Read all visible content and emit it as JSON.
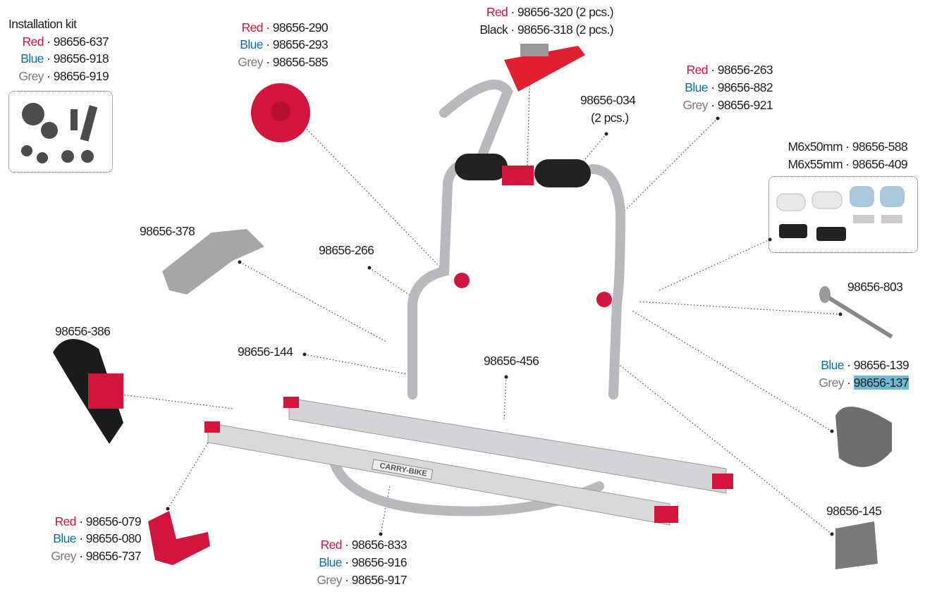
{
  "colors": {
    "red": "#d3143c",
    "blue": "#0b6fa6",
    "grey": "#7a7a7a",
    "highlight": "#6db9d8"
  },
  "installation_kit": {
    "title": "Installation kit",
    "rows": [
      {
        "color": "Red",
        "code": "98656-637"
      },
      {
        "color": "Blue",
        "code": "98656-918"
      },
      {
        "color": "Grey",
        "code": "98656-919"
      }
    ]
  },
  "knob": {
    "rows": [
      {
        "color": "Red",
        "code": "98656-290"
      },
      {
        "color": "Blue",
        "code": "98656-293"
      },
      {
        "color": "Grey",
        "code": "98656-585"
      }
    ]
  },
  "strap_top": {
    "rows": [
      {
        "color": "Red",
        "code": "98656-320 (2 pcs.)"
      },
      {
        "color": "Black",
        "code": "98656-318 (2 pcs.)"
      }
    ]
  },
  "clamp_right": {
    "rows": [
      {
        "color": "Red",
        "code": "98656-263"
      },
      {
        "color": "Blue",
        "code": "98656-882"
      },
      {
        "color": "Grey",
        "code": "98656-921"
      }
    ]
  },
  "pads": {
    "code": "98656-034",
    "qty": "(2 pcs.)"
  },
  "mount_kit": {
    "rows": [
      {
        "size": "M6x50mm",
        "code": "98656-588"
      },
      {
        "size": "M6x55mm",
        "code": "98656-409"
      }
    ]
  },
  "parts": {
    "p378": "98656-378",
    "p266": "98656-266",
    "p803": "98656-803",
    "p386": "98656-386",
    "p144": "98656-144",
    "p456": "98656-456",
    "p145": "98656-145"
  },
  "cap": {
    "rows": [
      {
        "color": "Blue",
        "code": "98656-139"
      },
      {
        "color": "Grey",
        "code": "98656-137"
      }
    ]
  },
  "wheel_holder": {
    "rows": [
      {
        "color": "Red",
        "code": "98656-079"
      },
      {
        "color": "Blue",
        "code": "98656-080"
      },
      {
        "color": "Grey",
        "code": "98656-737"
      }
    ]
  },
  "bottom_rail": {
    "rows": [
      {
        "color": "Red",
        "code": "98656-833"
      },
      {
        "color": "Blue",
        "code": "98656-916"
      },
      {
        "color": "Grey",
        "code": "98656-917"
      }
    ]
  },
  "brand": "CARRY-BIKE"
}
